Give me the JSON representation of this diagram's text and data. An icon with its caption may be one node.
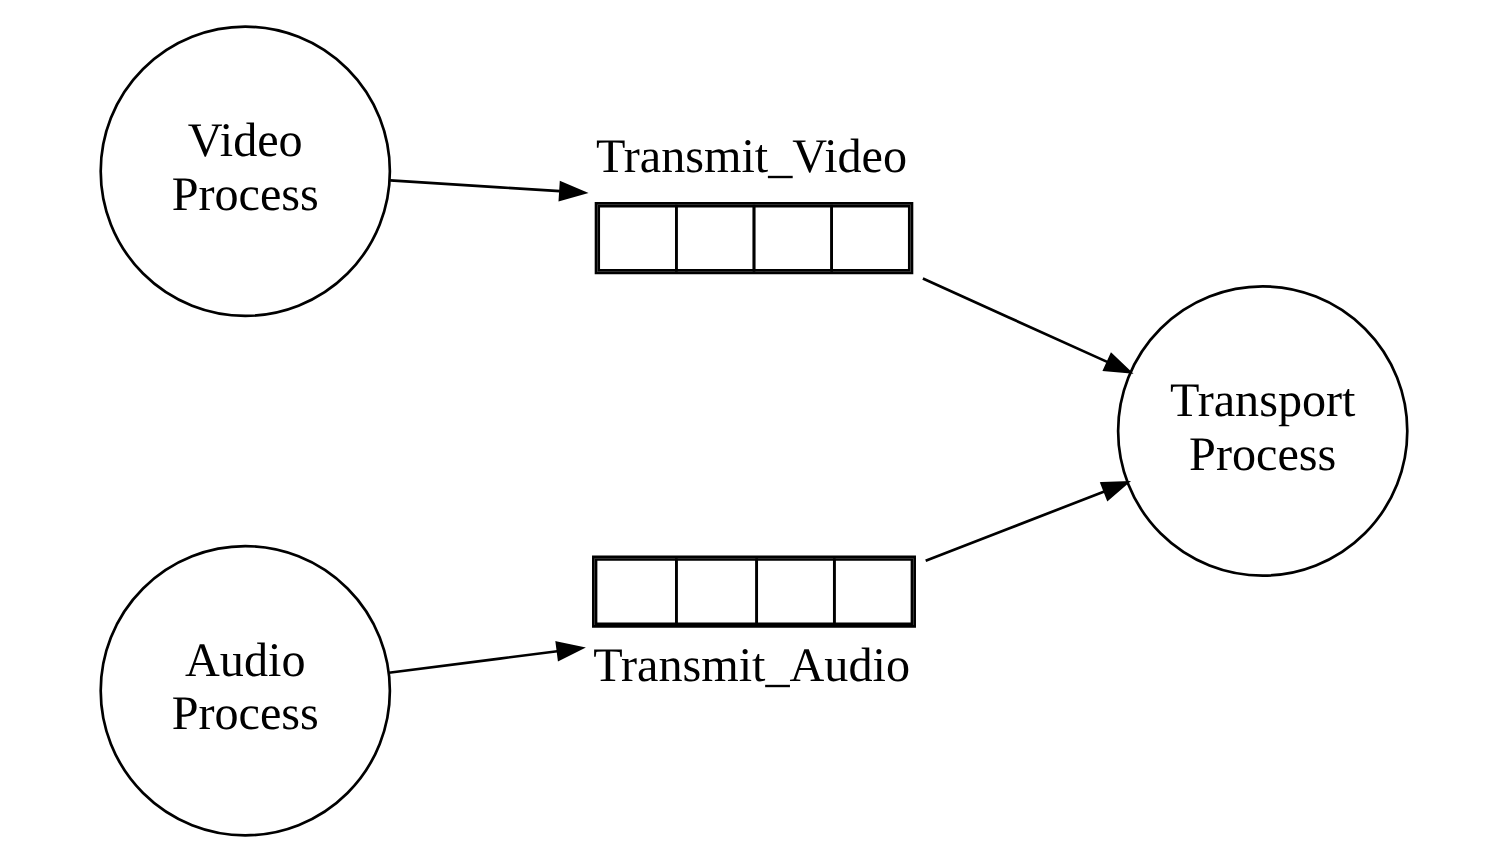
{
  "diagram": {
    "nodes": [
      {
        "text": [
          "Video Process"
        ]
      },
      {
        "text": [],
        "shape": "queue",
        "beside": [
          "Transmit_Video"
        ]
      },
      {
        "text": [
          "Transport Process"
        ]
      },
      {
        "text": [
          "Audio Process"
        ]
      },
      {
        "text": [],
        "shape": "queue",
        "beside": [
          "Transmit_Audio"
        ]
      }
    ],
    "edges": [
      {
        "from": 0,
        "to": 1,
        "arrow": "to"
      },
      {
        "from": 1,
        "to": 2,
        "arrow": "to"
      },
      {
        "from": 3,
        "to": 4,
        "arrow": "to"
      },
      {
        "from": 4,
        "to": 2,
        "arrow": "to"
      }
    ]
  }
}
